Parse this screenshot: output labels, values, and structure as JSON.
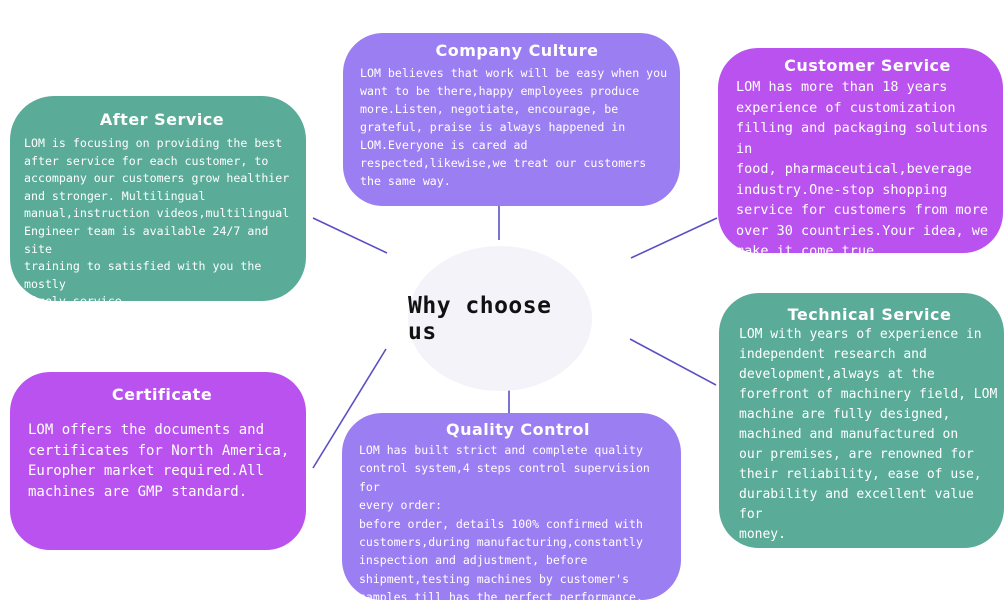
{
  "center": {
    "title": "Why choose us"
  },
  "colors": {
    "purple": "#9b7ef2",
    "magenta": "#b952ee",
    "teal": "#5aab97",
    "connector": "#5b4fc4"
  },
  "cards": {
    "after_service": {
      "title": "After Service",
      "text": "LOM is focusing on providing the best\nafter service for each customer, to\naccompany our customers grow healthier\nand stronger. Multilingual\nmanual,instruction videos,multilingual\nEngineer team is available 24/7 and site\ntraining to satisfied with you the mostly\ntimely service."
    },
    "company_culture": {
      "title": "Company Culture",
      "text": "LOM believes that work will be easy when you\nwant to be there,happy employees produce\nmore.Listen, negotiate, encourage, be\ngrateful, praise is always happened in\nLOM.Everyone is cared ad\nrespected,likewise,we treat our customers\nthe same way."
    },
    "customer_service": {
      "title": "Customer Service",
      "text": "LOM has more than 18 years\nexperience of customization\nfilling and packaging solutions in\nfood, pharmaceutical,beverage\nindustry.One-stop shopping\nservice for customers from more\nover 30 countries.Your idea, we\nmake it come true."
    },
    "certificate": {
      "title": "Certificate",
      "text": "LOM offers the documents and\ncertificates for North America,\nEuropher market required.All\nmachines are GMP standard."
    },
    "quality_control": {
      "title": "Quality Control",
      "text": "LOM has built strict and complete quality\ncontrol system,4 steps control supervision for\nevery order:\nbefore order, details 100% confirmed with\ncustomers,during manufacturing,constantly\ninspection and adjustment, before\nshipment,testing machines by customer's\nsamples till has the perfect performance."
    },
    "technical_service": {
      "title": "Technical Service",
      "text": "LOM with years of experience in\nindependent research and\ndevelopment,always at the\nforefront of machinery field, LOM\nmachine are fully designed,\nmachined and manufactured on\nour premises, are renowned for\ntheir reliability, ease of use,\ndurability and excellent value for\nmoney."
    }
  }
}
